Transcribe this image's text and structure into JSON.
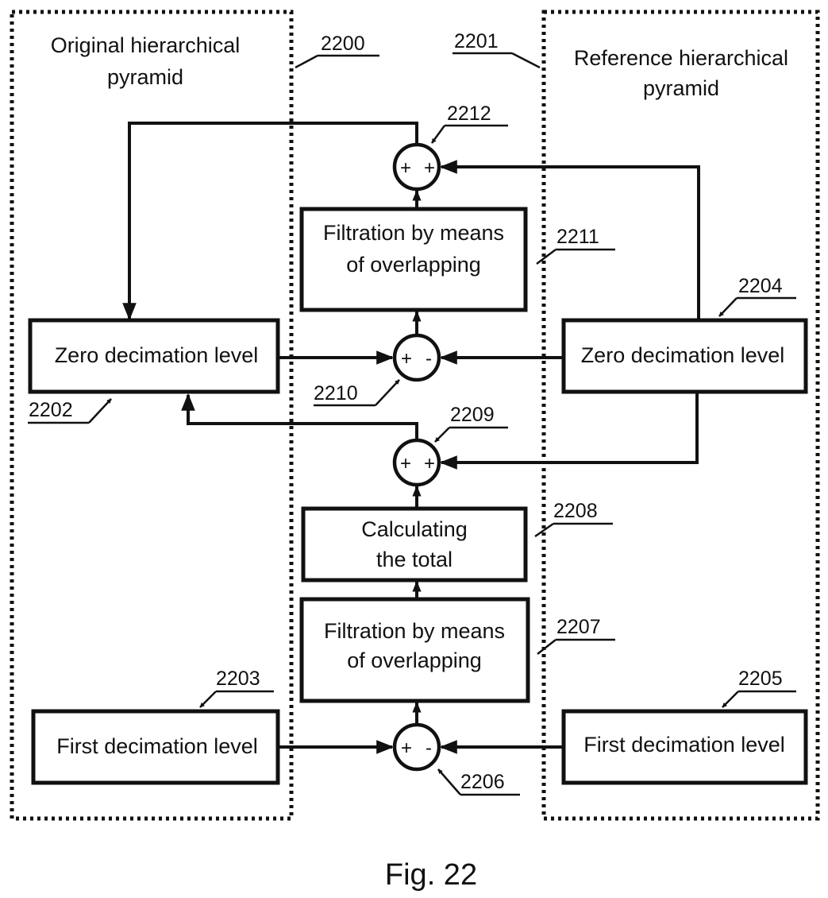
{
  "figure_caption": "Fig. 22",
  "groups": {
    "original": {
      "label_line1": "Original hierarchical",
      "label_line2": "pyramid",
      "ref": "2200"
    },
    "reference": {
      "label_line1": "Reference hierarchical",
      "label_line2": "pyramid",
      "ref": "2201"
    }
  },
  "blocks": {
    "orig_zero": {
      "label": "Zero decimation level",
      "ref": "2202"
    },
    "orig_first": {
      "label": "First decimation level",
      "ref": "2203"
    },
    "ref_zero": {
      "label": "Zero decimation level",
      "ref": "2204"
    },
    "ref_first": {
      "label": "First decimation level",
      "ref": "2205"
    },
    "filtration_1": {
      "label_line1": "Filtration by means",
      "label_line2": "of overlapping",
      "ref": "2207"
    },
    "total": {
      "label_line1": "Calculating",
      "label_line2": "the total",
      "ref": "2208"
    },
    "filtration_2": {
      "label_line1": "Filtration by means",
      "label_line2": "of overlapping",
      "ref": "2211"
    }
  },
  "adders": {
    "sub_first": {
      "left_sign": "+",
      "right_sign": "-",
      "ref": "2206"
    },
    "add_total": {
      "left_sign": "+",
      "right_sign": "+",
      "ref": "2209"
    },
    "sub_zero": {
      "left_sign": "+",
      "right_sign": "-",
      "ref": "2210"
    },
    "add_final": {
      "left_sign": "+",
      "right_sign": "+",
      "ref": "2212"
    }
  },
  "colors": {
    "ink": "#111111",
    "paper": "#ffffff"
  }
}
